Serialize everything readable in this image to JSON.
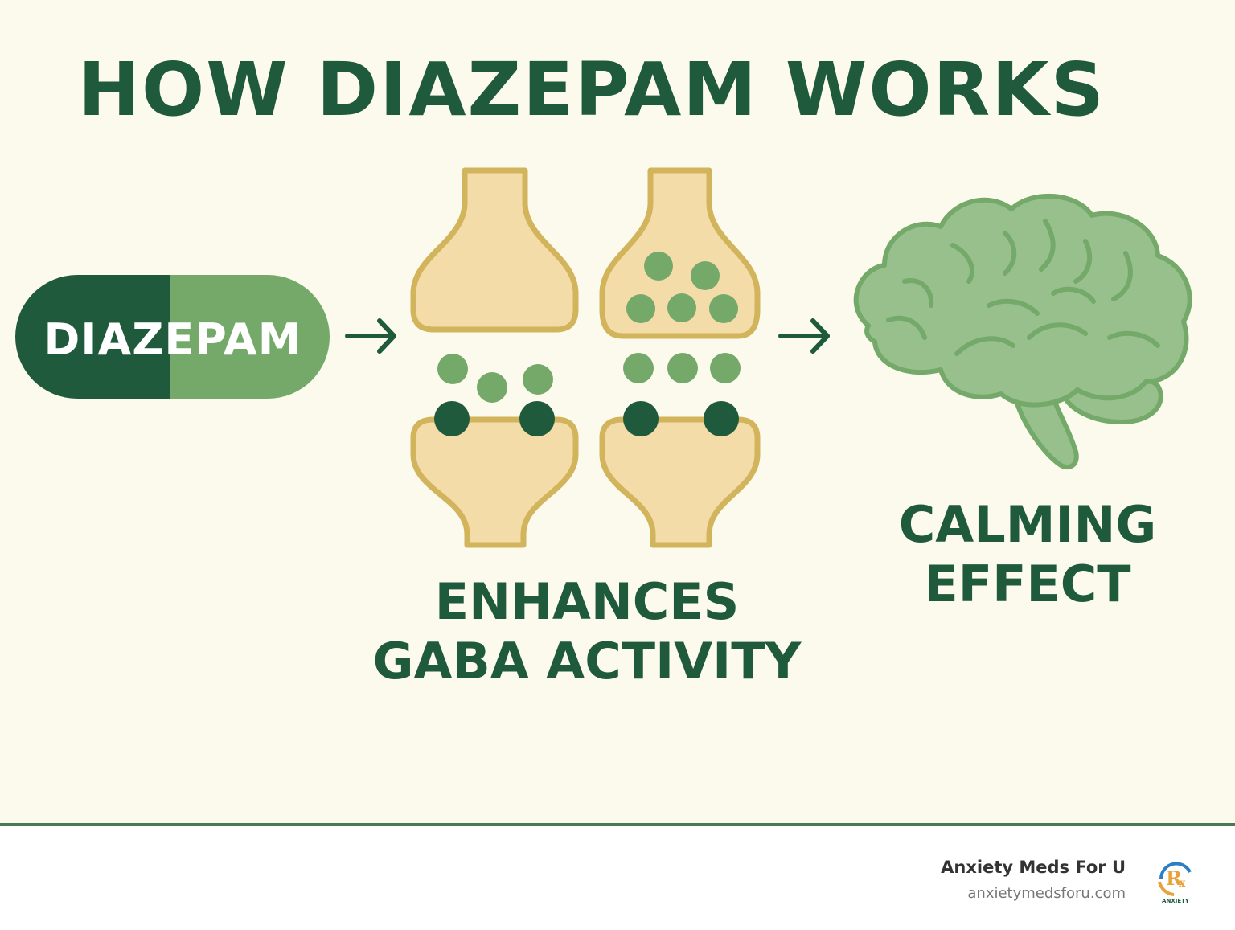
{
  "title": "HOW DIAZEPAM WORKS",
  "pill": {
    "label": "DIAZEPAM"
  },
  "steps": {
    "synapse_line1": "ENHANCES",
    "synapse_line2": "GABA ACTIVITY",
    "brain_line1": "CALMING",
    "brain_line2": "EFFECT"
  },
  "footer": {
    "brand_name": "Anxiety Meds For U",
    "url": "anxietymedsforu.com",
    "logo_text": "ANXIETY"
  },
  "colors": {
    "background": "#fcfaec",
    "dark_green": "#1f5a3c",
    "medium_green": "#74a96a",
    "brain_green": "#97c08d",
    "neuron_fill": "#f4dca8",
    "neuron_outline": "#d2b45c"
  }
}
